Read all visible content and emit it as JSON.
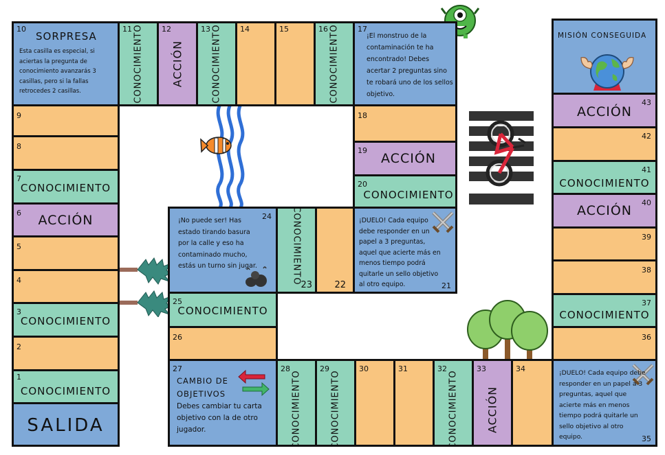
{
  "labels": {
    "conocimiento": "CONOCIMIENTO",
    "accion": "ACCIÓN",
    "salida": "SALIDA"
  },
  "numbers": {
    "n1": "1",
    "n2": "2",
    "n3": "3",
    "n4": "4",
    "n5": "5",
    "n6": "6",
    "n7": "7",
    "n8": "8",
    "n9": "9",
    "n10": "10",
    "n11": "11",
    "n12": "12",
    "n13": "13",
    "n14": "14",
    "n15": "15",
    "n16": "16",
    "n17": "17",
    "n18": "18",
    "n19": "19",
    "n20": "20",
    "n21": "21",
    "n22": "22",
    "n23": "23",
    "n24": "24",
    "n25": "25",
    "n26": "26",
    "n27": "27",
    "n28": "28",
    "n29": "29",
    "n30": "30",
    "n31": "31",
    "n32": "32",
    "n33": "33",
    "n34": "34",
    "n35": "35",
    "n36": "36",
    "n37": "37",
    "n38": "38",
    "n39": "39",
    "n40": "40",
    "n41": "41",
    "n42": "42",
    "n43": "43"
  },
  "sorpresa": {
    "title": "SORPRESA",
    "text": "Esta casilla es especial, si aciertas la pregunta de conocimiento avanzarás 3 casillas, pero si la fallas retrocedes 2 casillas."
  },
  "monstruo": {
    "text": "¡El monstruo de la contaminación te ha encontrado! Debes acertar 2 preguntas sino te robará uno de los sellos objetivo."
  },
  "basura": {
    "text": "¡No puede ser! Has estado tirando basura por la calle y eso ha contaminado mucho, estás un turno sin jugar."
  },
  "duelo": {
    "text": "¡DUELO! Cada equipo debe responder en un papel a 3 preguntas, aquel que acierte más en menos tiempo podrá quitarle un sello objetivo al otro equipo."
  },
  "cambio": {
    "title": "CAMBIO DE OBJETIVOS",
    "text": "Debes cambiar tu carta objetivo con la de otro jugador."
  },
  "mision": {
    "title": "MISIÓN CONSEGUIDA"
  },
  "colors": {
    "orange": "#f9c57f",
    "green": "#91d4bb",
    "purple": "#c5a5d4",
    "blue": "#7fa9d8"
  }
}
